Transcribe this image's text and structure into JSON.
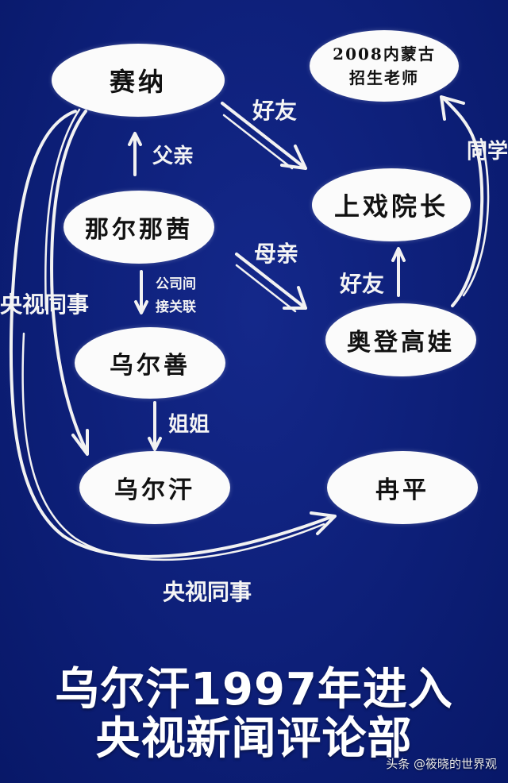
{
  "nodes": {
    "saina": "赛纳",
    "teacher_line1": "2008内蒙古",
    "teacher_line2": "招生老师",
    "xiyuan": "上戏院长",
    "naer": "那尔那茜",
    "aodeng": "奥登高娃",
    "wuershan": "乌尔善",
    "wuerhan": "乌尔汗",
    "ranping": "冉平"
  },
  "edges": {
    "friend_top": "好友",
    "father": "父亲",
    "mother": "母亲",
    "friend_right": "好友",
    "classmate": "同学",
    "company_line1": "公司间",
    "company_line2": "接关联",
    "sister": "姐姐",
    "cctv_left": "央视同事",
    "cctv_bottom": "央视同事"
  },
  "caption": {
    "line1": "乌尔汗1997年进入",
    "line2": "央视新闻评论部"
  },
  "watermark": "头条 @筱晓的世界观",
  "colors": {
    "background": "#0d1f78",
    "node": "#fbfbfb",
    "arrow": "#f2f2f2"
  }
}
